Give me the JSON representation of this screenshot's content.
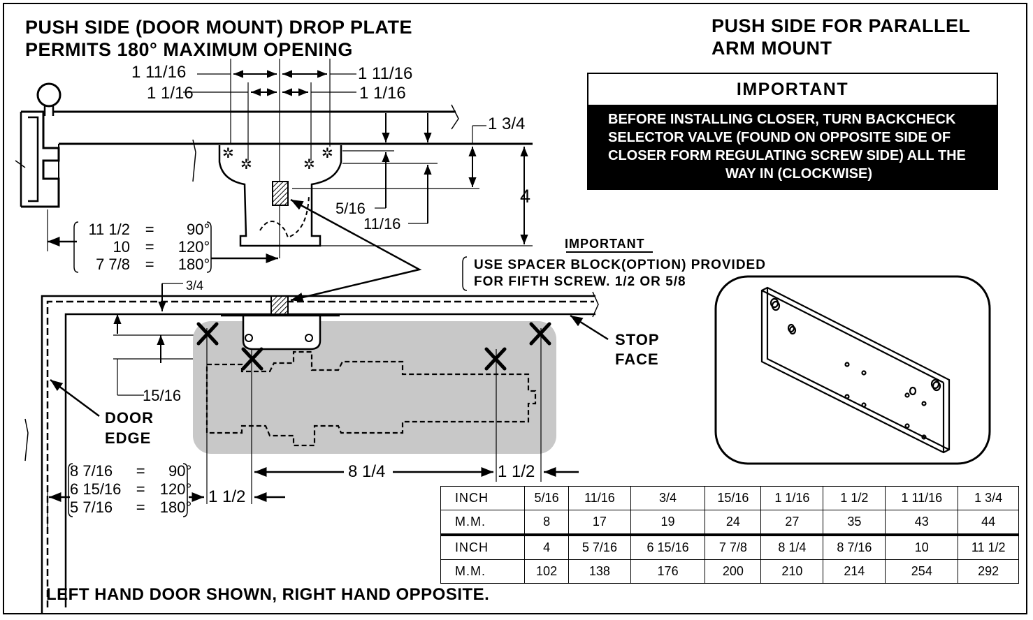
{
  "header": {
    "left_line1": "PUSH SIDE (DOOR MOUNT) DROP PLATE",
    "left_line2": "PERMITS 180°   MAXIMUM OPENING",
    "right_line1": "PUSH SIDE FOR PARALLEL",
    "right_line2": "ARM MOUNT"
  },
  "important_box": {
    "heading": "IMPORTANT",
    "lines": [
      "BEFORE INSTALLING CLOSER, TURN BACKCHECK",
      "SELECTOR VALVE (FOUND ON OPPOSITE SIDE OF",
      "CLOSER FORM REGULATING SCREW SIDE) ALL THE",
      "WAY IN (CLOCKWISE)"
    ]
  },
  "spacer_note": {
    "heading": "IMPORTANT",
    "line1": "USE SPACER   BLOCK(OPTION) PROVIDED",
    "line2": "FOR   FIFTH   SCREW.   1/2 OR 5/8"
  },
  "top_view": {
    "dim_1_11_16_left": "1 11/16",
    "dim_1_11_16_right": "1 11/16",
    "dim_1_1_16_left": "1 1/16",
    "dim_1_1_16_right": "1 1/16",
    "dim_1_3_4": "1 3/4",
    "dim_4": "4",
    "dim_5_16": "5/16",
    "dim_11_16": "11/16",
    "angle_table": [
      {
        "value": "11 1/2",
        "eq": "=",
        "angle": "90°"
      },
      {
        "value": "10",
        "eq": "=",
        "angle": "120°"
      },
      {
        "value": "7 7/8",
        "eq": "=",
        "angle": "180°"
      }
    ]
  },
  "bottom_view": {
    "dim_3_4": "3/4",
    "dim_15_16": "15/16",
    "door_edge_line1": "DOOR",
    "door_edge_line2": "EDGE",
    "stop_face_line1": "STOP",
    "stop_face_line2": "FACE",
    "dim_8_1_4": "8 1/4",
    "dim_1_1_2_right": "1 1/2",
    "dim_1_1_2_left": "1 1/2",
    "angle_table": [
      {
        "value": "8 7/16",
        "eq": "=",
        "angle": "90°"
      },
      {
        "value": "6 15/16",
        "eq": "=",
        "angle": "120°"
      },
      {
        "value": "5 7/16",
        "eq": "=",
        "angle": "180°"
      }
    ]
  },
  "conversion_table": {
    "rows": [
      {
        "label": "INCH",
        "cells": [
          "5/16",
          "11/16",
          "3/4",
          "15/16",
          "1 1/16",
          "1 1/2",
          "1 11/16",
          "1 3/4"
        ]
      },
      {
        "label": "M.M.",
        "cells": [
          "8",
          "17",
          "19",
          "24",
          "27",
          "35",
          "43",
          "44"
        ]
      },
      {
        "label": "INCH",
        "cells": [
          "4",
          "5 7/16",
          "6 15/16",
          "7 7/8",
          "8 1/4",
          "8 7/16",
          "10",
          "11 1/2"
        ]
      },
      {
        "label": "M.M.",
        "cells": [
          "102",
          "138",
          "176",
          "200",
          "210",
          "214",
          "254",
          "292"
        ]
      }
    ]
  },
  "footer": "LEFT HAND DOOR SHOWN, RIGHT HAND OPPOSITE."
}
